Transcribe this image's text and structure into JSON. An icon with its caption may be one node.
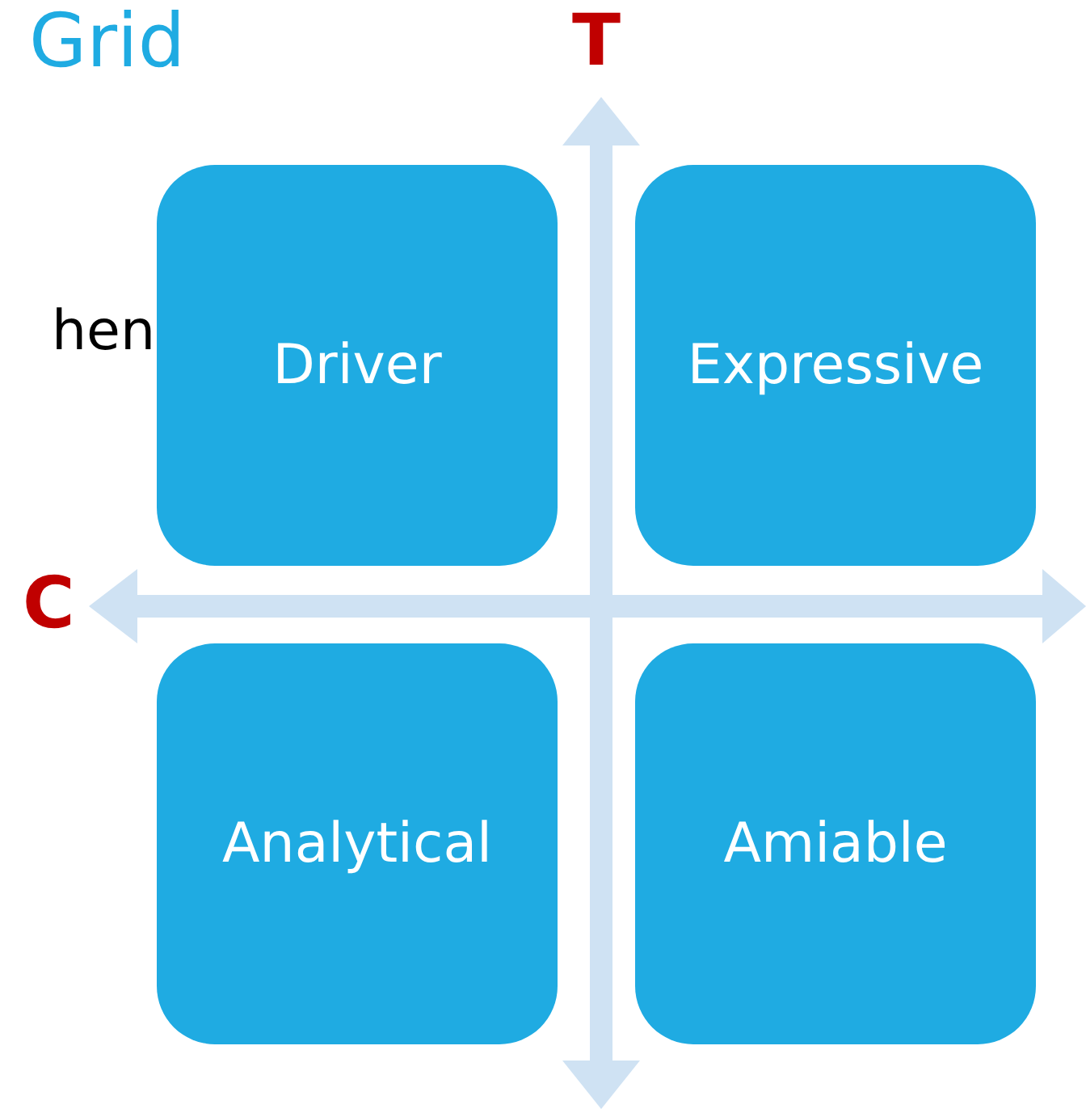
{
  "diagram": {
    "title": "Grid",
    "nodes": [
      {
        "text": [
          "Driver"
        ]
      },
      {
        "text": [
          "Expressive"
        ]
      },
      {
        "text": [
          "Analytical"
        ]
      },
      {
        "text": [
          "Amiable"
        ]
      }
    ],
    "labels": [
      "T",
      "hen",
      "C"
    ]
  }
}
